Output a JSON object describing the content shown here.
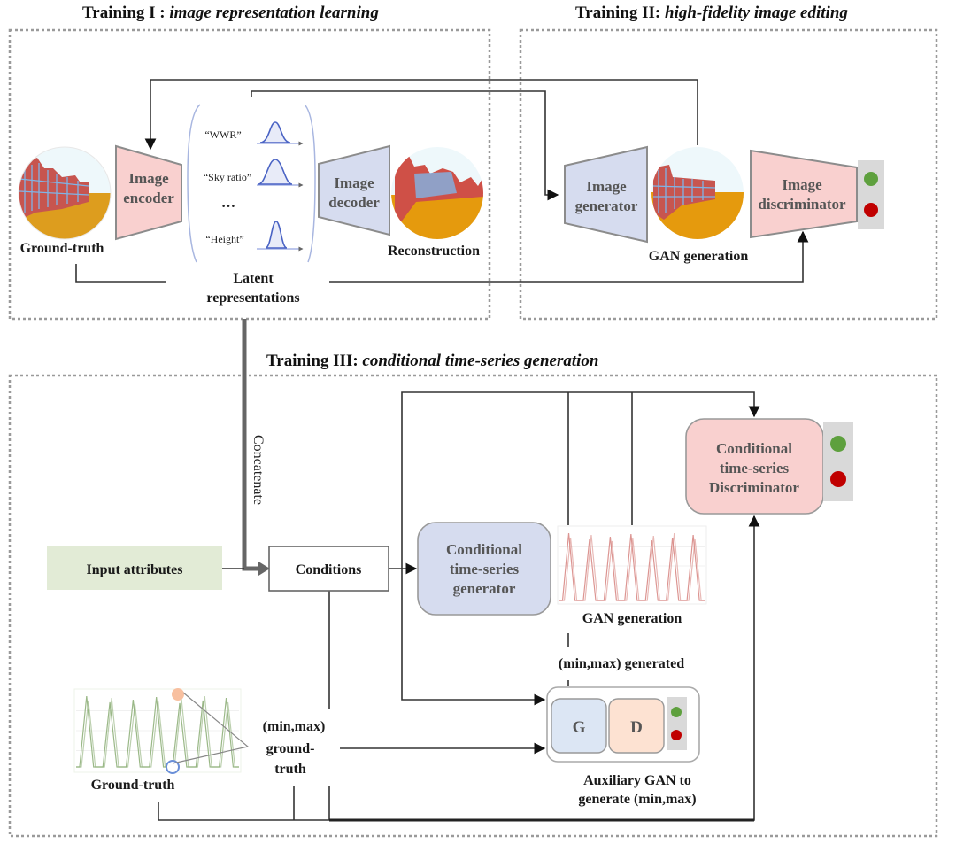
{
  "sections": {
    "training1": {
      "prefix": "Training I : ",
      "subtitle": "image representation learning"
    },
    "training2": {
      "prefix": "Training II:  ",
      "subtitle": "high-fidelity image editing"
    },
    "training3": {
      "prefix": "Training III:  ",
      "subtitle": "conditional time-series generation"
    }
  },
  "training1": {
    "ground_truth_label": "Ground-truth",
    "encoder_line1": "Image",
    "encoder_line2": "encoder",
    "latent_attributes": [
      "“WWR”",
      "“Sky ratio”",
      "…",
      "“Height”"
    ],
    "latent_label_line1": "Latent",
    "latent_label_line2": "representations",
    "decoder_line1": "Image",
    "decoder_line2": "decoder",
    "reconstruction_label": "Reconstruction"
  },
  "training2": {
    "generator_line1": "Image",
    "generator_line2": "generator",
    "gan_generation_label": "GAN generation",
    "discriminator_line1": "Image",
    "discriminator_line2": "discriminator"
  },
  "training3": {
    "concatenate_label": "Concatenate",
    "input_attributes_label": "Input attributes",
    "conditions_label": "Conditions",
    "ts_generator_lines": [
      "Conditional",
      "time-series",
      "generator"
    ],
    "ts_discriminator_lines": [
      "Conditional",
      "time-series",
      "Discriminator"
    ],
    "gan_generation_label": "GAN generation",
    "minmax_generated_label": "(min,max) generated",
    "minmax_gt_lines": [
      "(min,max)",
      "ground-",
      "truth"
    ],
    "ground_truth_label": "Ground-truth",
    "aux_g_label": "G",
    "aux_d_label": "D",
    "aux_caption_lines": [
      "Auxiliary GAN to",
      "generate (min,max)"
    ]
  },
  "colors": {
    "encoder_pink": "#f9d0cf",
    "decoder_blue": "#d6dcef",
    "input_green": "#e2ebd6",
    "aux_g_blue": "#dce6f4",
    "aux_d_peach": "#fde2d2",
    "real_green": "#5ea03e",
    "fake_red": "#c00000",
    "ground_ochre": "#dd9d1e",
    "building_red": "#c7554f",
    "window_blue": "#7fb4e6"
  }
}
